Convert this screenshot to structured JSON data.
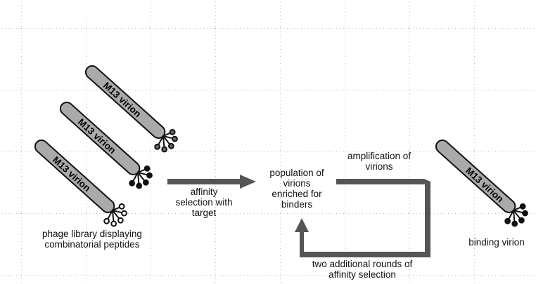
{
  "virion_label": "M13 virion",
  "captions": {
    "library": [
      "phage library displaying",
      "combinatorial peptides"
    ],
    "selection": [
      "affinity",
      "selection with",
      "target"
    ],
    "population": [
      "population of",
      "virions",
      "enriched for",
      "binders"
    ],
    "amplification": [
      "amplification of",
      "virions"
    ],
    "rounds": [
      "two additional rounds of",
      "affinity selection"
    ],
    "binding": [
      "binding virion"
    ]
  },
  "colors": {
    "virion_fill": "#aaaaaa",
    "virion_stroke": "#111111",
    "arrow": "#555555",
    "grid": "#9a9a9a",
    "tip_black": "#111111",
    "tip_gray": "#666666",
    "tip_white": "#ffffff"
  }
}
